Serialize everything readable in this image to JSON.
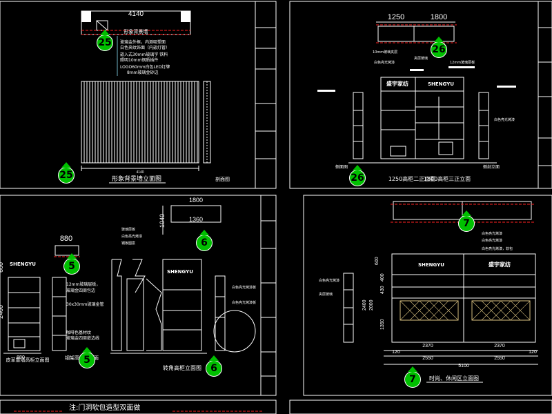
{
  "sheet_top_left": {
    "width_dim": "4140",
    "tag_label": "形象背景墙",
    "notes": [
      "玻璃金外框，内测吸塑面",
      "白色夹纹饰面（内嵌灯管）",
      "嵌入式30mm玻璃字 铁料",
      "照明10mm钢质插件",
      "LOGO60mm白色LED灯牌",
      "8mm玻璃金砂边"
    ],
    "callout_25": "25",
    "bottom_dim": "4140",
    "caption": "形象背景墙立面图",
    "side_caption": "剖面图"
  },
  "sheet_top_right": {
    "dim_a": "1250",
    "dim_b": "1800",
    "callout_26": "26",
    "notes": [
      "10mm玻璃夹层",
      "白色亮光烤漆",
      "夹层玻璃",
      "12mm玻璃层板",
      "白色亮光烤漆"
    ],
    "brand_left": "盛宇家纺",
    "brand_right": "SHENGYU",
    "caption_a": "1250高柜二正立面",
    "caption_b": "1800高柜三正立面",
    "side_a": "侧面图",
    "side_b": "侧剖立面"
  },
  "sheet_mid_left": {
    "dim_880": "880",
    "callout_5": "5",
    "brand": "SHENGYU",
    "dim_600": "600",
    "dim_2400": "2400",
    "notes": [
      "12mm玻璃层板，",
      "玻璃金四周包边",
      "30x30mm玻璃金管",
      "咖啡色基材纹",
      "玻璃金四周嵌边线"
    ],
    "caption": "皮革靠墙高柜立面图",
    "caption2": "钢架高柜剖立面"
  },
  "sheet_mid_center": {
    "dim_1800": "1800",
    "dim_1040": "1040",
    "dim_1360": "1360",
    "callout_6": "6",
    "brand": "SHENGYU",
    "notes": [
      "玻璃层板",
      "白色亮光烤漆",
      "钢板图案",
      "白色亮光烤漆板",
      "白色亮光烤漆板"
    ],
    "caption": "转角高柜立面图"
  },
  "sheet_mid_right": {
    "callout_7": "7",
    "brand_left": "SHENGYU",
    "brand_right": "盛宇家纺",
    "dims_left": [
      "600",
      "400",
      "430",
      "2400",
      "2000",
      "1350"
    ],
    "notes": [
      "白色亮光烤漆",
      "白色亮光烤漆",
      "白色亮光烤漆",
      "夹层玻璃",
      "白色亮光烤漆，软包"
    ],
    "dim_2370a": "2370",
    "dim_2370b": "2370",
    "dim_120a": "120",
    "dim_120b": "120",
    "dim_2550a": "2550",
    "dim_2550b": "2550",
    "dim_5100": "5100",
    "caption": "时尚、休闲区立面图"
  },
  "sheet_bottom": {
    "note": "注:门洞软包造型双面做"
  },
  "colors": {
    "background": "#000000",
    "line": "#ffffff",
    "accent_red": "#ff2020",
    "callout_green": "#00c000",
    "cyan_hint": "#6fb3c6"
  }
}
